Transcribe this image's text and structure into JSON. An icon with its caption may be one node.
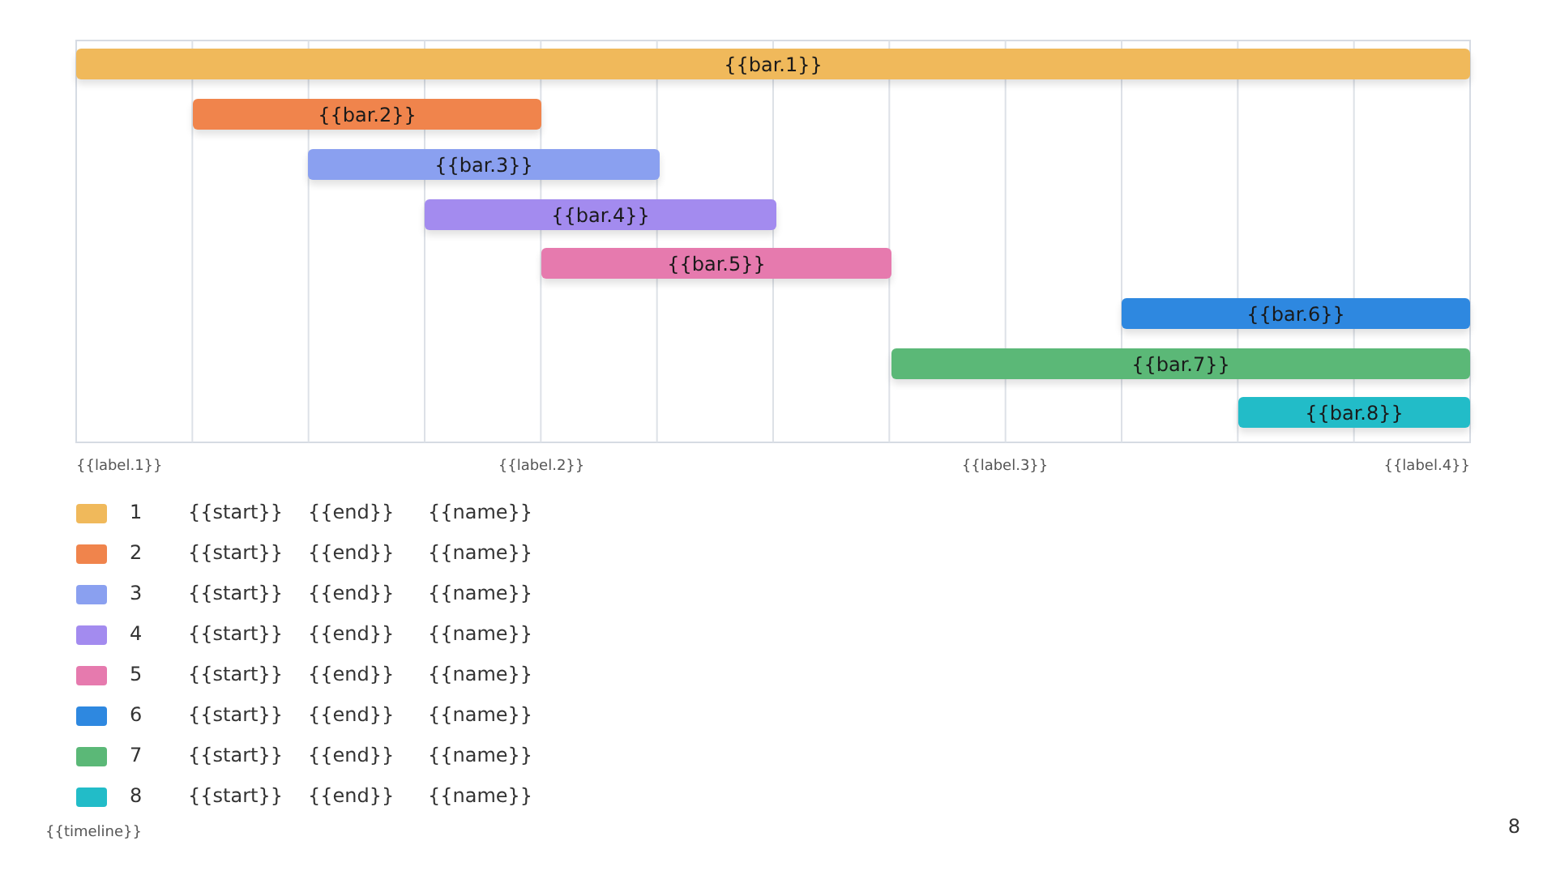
{
  "diagram": {
    "nodes": [
      {
        "text": [
          "{{bar.1}}"
        ]
      },
      {
        "text": [
          "{{bar.2}}"
        ]
      },
      {
        "text": [
          "{{bar.3}}"
        ]
      },
      {
        "text": [
          "{{bar.4}}"
        ]
      },
      {
        "text": [
          "{{bar.5}}"
        ]
      },
      {
        "text": [
          "{{bar.6}}"
        ]
      },
      {
        "text": [
          "{{bar.7}}"
        ]
      },
      {
        "text": [
          "{{bar.8}}"
        ]
      }
    ],
    "labels": [
      "{{label.1}}",
      "{{label.2}}",
      "{{label.3}}",
      "{{label.4}}",
      "{{start}}",
      "{{end}}",
      "{{name}}",
      "{{start}}",
      "{{end}}",
      "{{name}}",
      "{{start}}",
      "{{end}}",
      "{{name}}",
      "{{start}}",
      "{{end}}",
      "{{name}}",
      "{{start}}",
      "{{end}}",
      "{{name}}",
      "{{start}}",
      "{{end}}",
      "{{name}}",
      "{{start}}",
      "{{end}}",
      "{{name}}",
      "{{start}}",
      "{{end}}",
      "{{name}}",
      "{{timeline}}",
      "8"
    ],
    "legend": [
      {
        "text": "1",
        "color": "#f0b95b"
      },
      {
        "text": "2",
        "color": "#f0844c"
      },
      {
        "text": "3",
        "color": "#8aa0f0"
      },
      {
        "text": "4",
        "color": "#a38bef"
      },
      {
        "text": "5",
        "color": "#e67aae"
      },
      {
        "text": "6",
        "color": "#2e88e0"
      },
      {
        "text": "7",
        "color": "#5bb877"
      },
      {
        "text": "8",
        "color": "#22bcc8"
      }
    ]
  }
}
